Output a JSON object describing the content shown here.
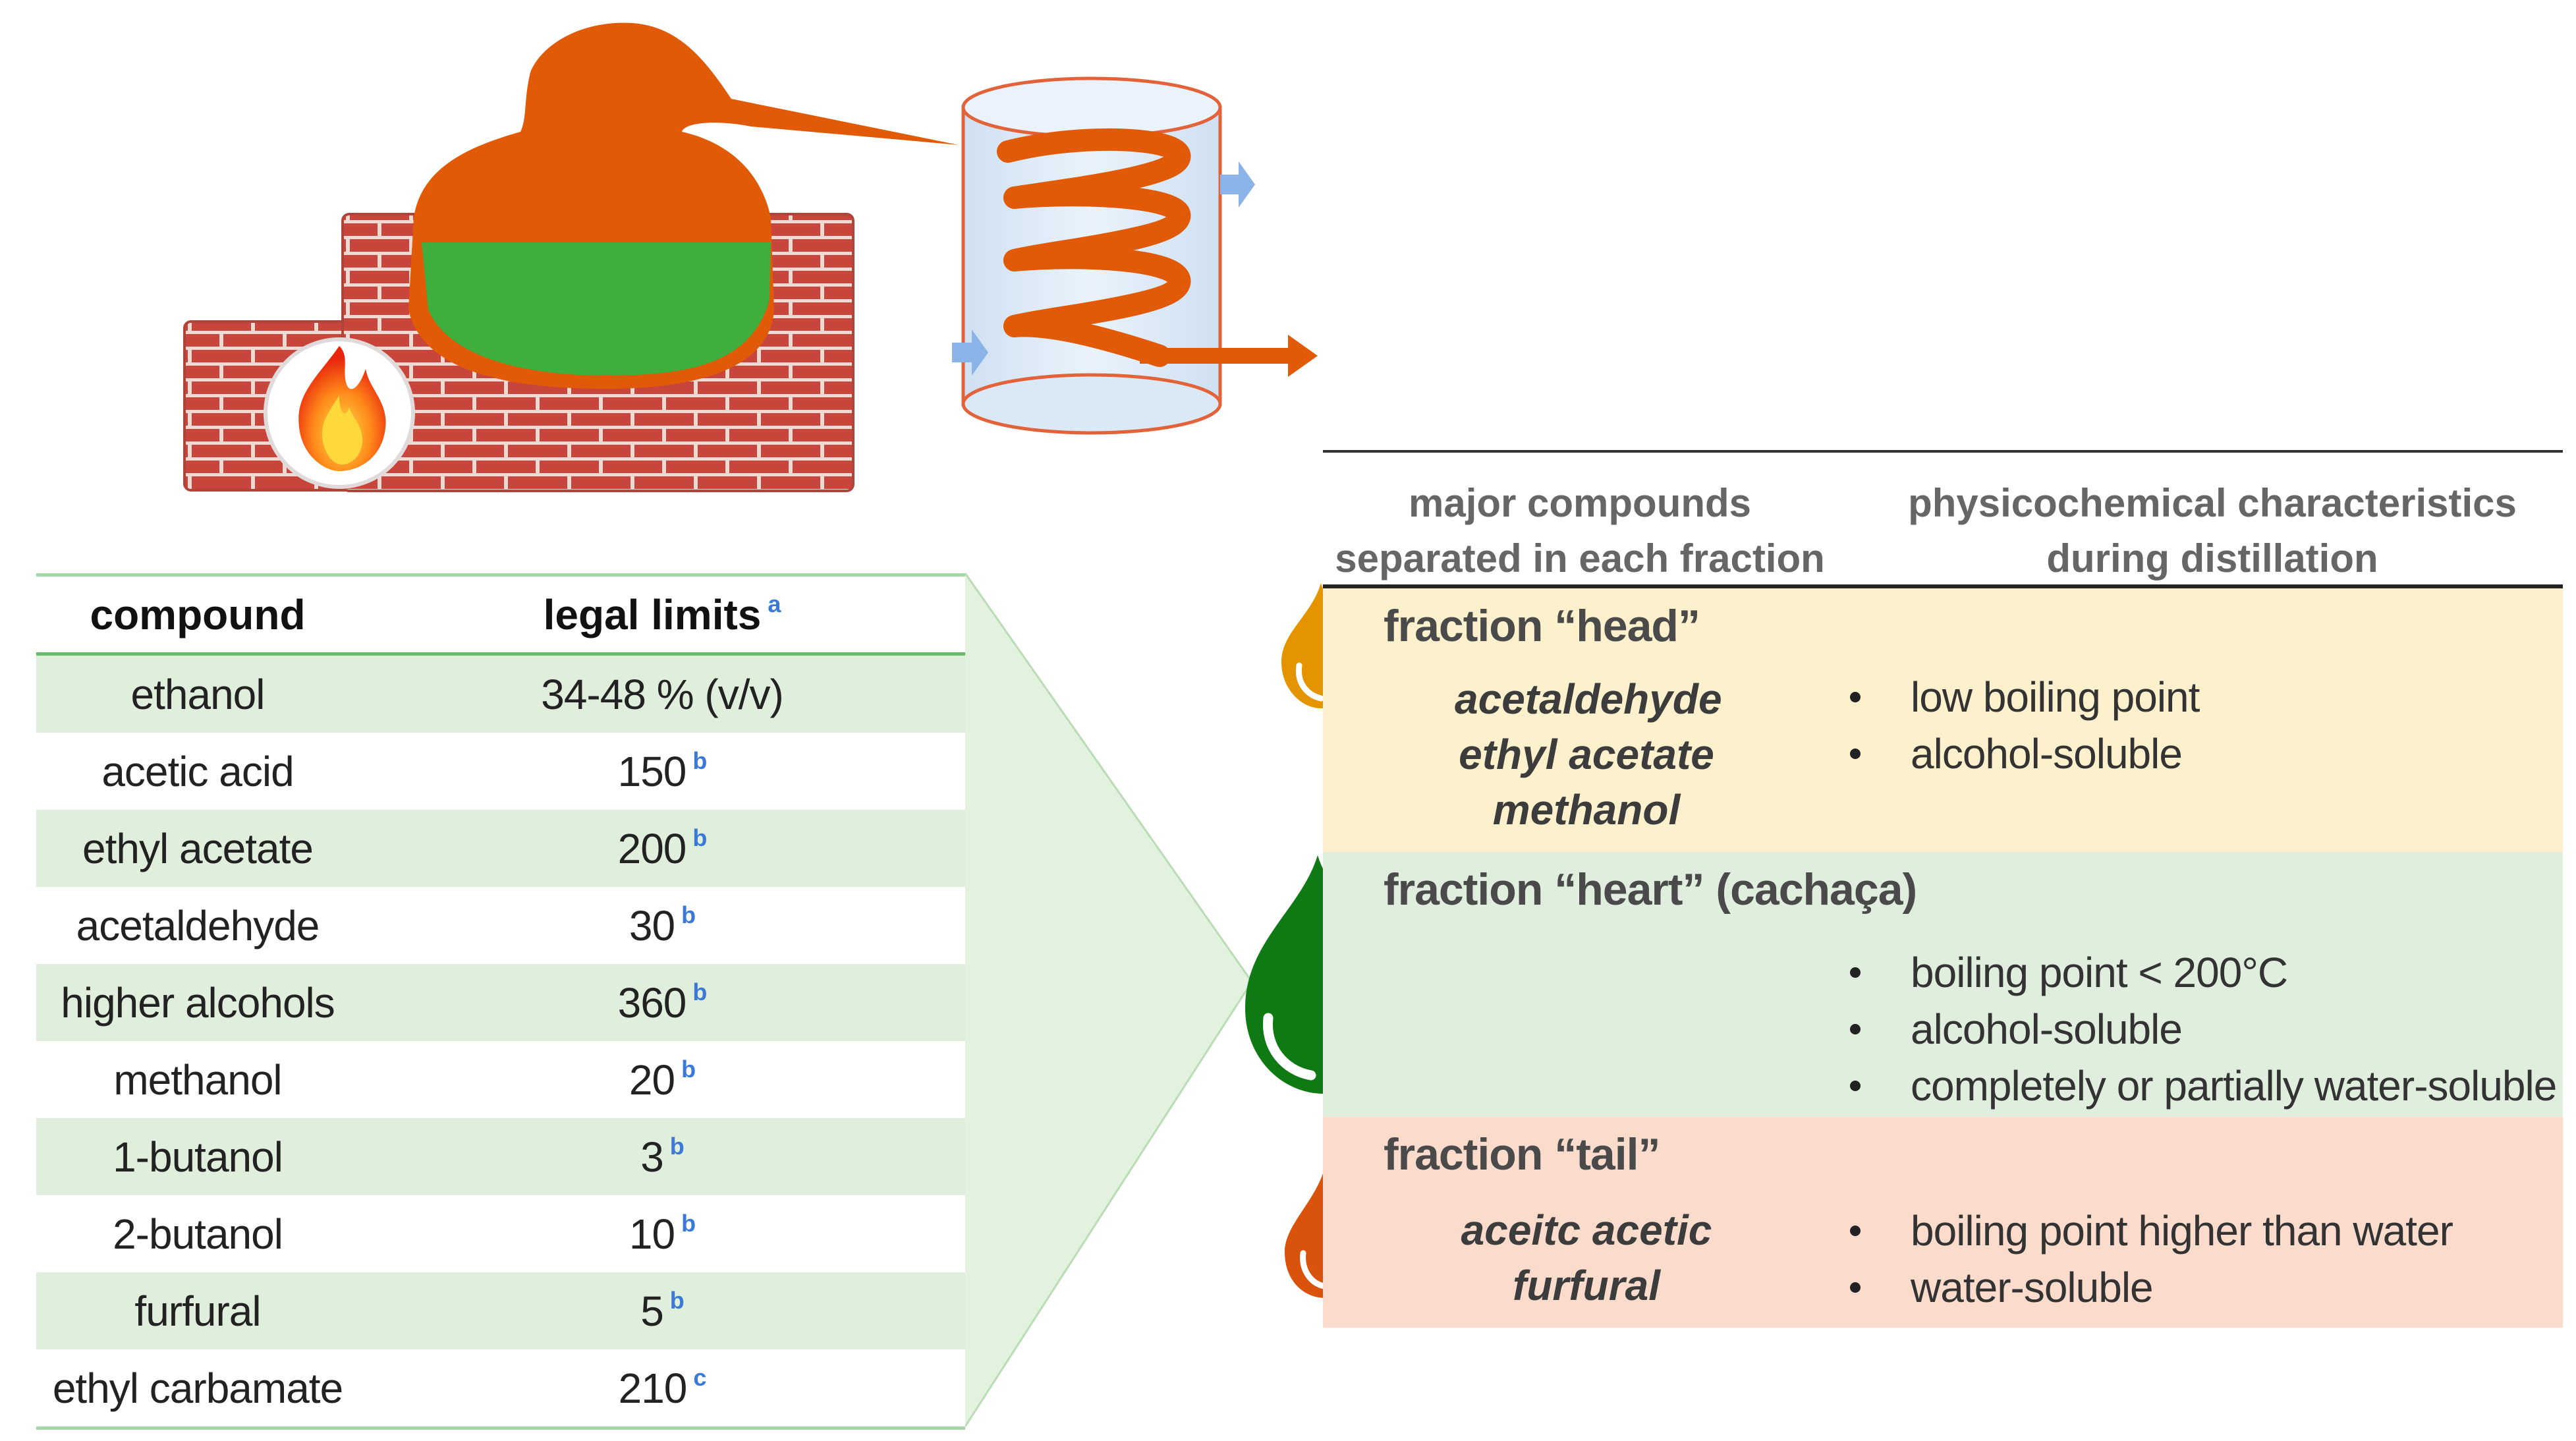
{
  "legal_table": {
    "header": {
      "compound": "compound",
      "limits": "legal limits",
      "limits_note": "a"
    },
    "rows": [
      {
        "compound": "ethanol",
        "value": "34-48 % (v/v)",
        "note": ""
      },
      {
        "compound": "acetic acid",
        "value": "150",
        "note": "b"
      },
      {
        "compound": "ethyl acetate",
        "value": "200",
        "note": "b"
      },
      {
        "compound": "acetaldehyde",
        "value": "30",
        "note": "b"
      },
      {
        "compound": "higher alcohols",
        "value": "360",
        "note": "b"
      },
      {
        "compound": "methanol",
        "value": "20",
        "note": "b"
      },
      {
        "compound": "1-butanol",
        "value": "3",
        "note": "b"
      },
      {
        "compound": "2-butanol",
        "value": "10",
        "note": "b"
      },
      {
        "compound": "furfural",
        "value": "5",
        "note": "b"
      },
      {
        "compound": "ethyl carbamate",
        "value": "210",
        "note": "c"
      }
    ]
  },
  "fractions_table": {
    "header": {
      "col1_line1": "major compounds",
      "col1_line2": "separated in each fraction",
      "col2_line1": "physicochemical characteristics",
      "col2_line2": "during distillation"
    },
    "fractions": [
      {
        "title": "fraction “head”",
        "compounds": [
          "acetaldehyde",
          "ethyl acetate",
          "methanol"
        ],
        "characteristics": [
          "low boiling point",
          "alcohol-soluble"
        ],
        "drop_color": "#e39400",
        "band_color": "#fdf0cc"
      },
      {
        "title": "fraction “heart” (cachaça)",
        "compounds": [],
        "characteristics": [
          "boiling point < 200°C",
          "alcohol-soluble",
          "completely or partially water-soluble"
        ],
        "drop_color": "#0f7a14",
        "band_color": "#dfeedd"
      },
      {
        "title": "fraction “tail”",
        "compounds": [
          "aceitc acetic",
          "furfural"
        ],
        "characteristics": [
          "boiling point higher than water",
          "water-soluble"
        ],
        "drop_color": "#d9530c",
        "band_color": "#fbdccc"
      }
    ]
  },
  "colors": {
    "still": "#e05a08",
    "wort": "#3fae3c",
    "brick": "#c8453c",
    "mortar": "#f3d9d2",
    "condenser_fill": "#dbe9f6",
    "flow_arrow": "#8ab4e8",
    "table_green": "#e0efdc"
  },
  "icons": [
    "fire-icon",
    "drop-icon",
    "arrow-right-icon"
  ]
}
